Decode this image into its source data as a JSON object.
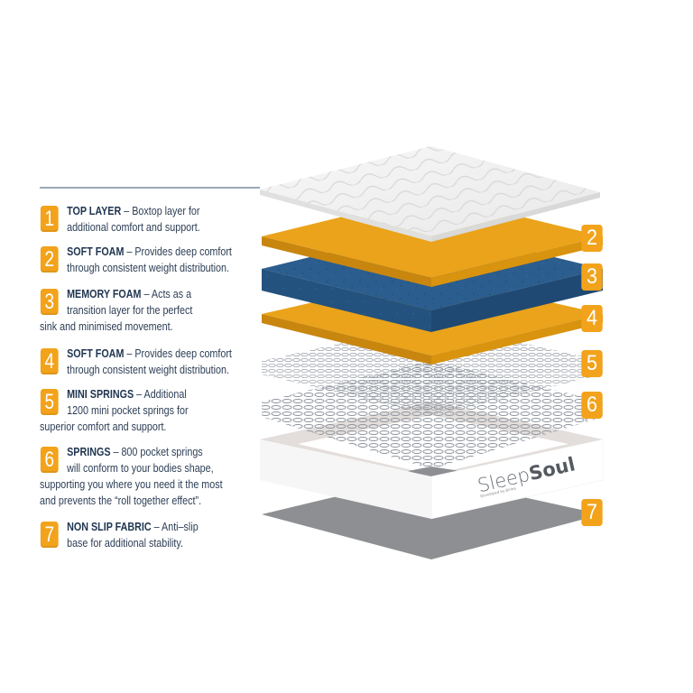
{
  "legend": {
    "items": [
      {
        "number": "1",
        "title": "TOP LAYER",
        "dash": " – ",
        "lines": [
          "Boxtop layer for",
          "additional comfort and support."
        ]
      },
      {
        "number": "2",
        "title": "SOFT FOAM",
        "dash": " – ",
        "lines": [
          "Provides deep comfort",
          "through consistent weight distribution."
        ]
      },
      {
        "number": "3",
        "title": "MEMORY FOAM",
        "dash": " – ",
        "lines": [
          "Acts as a",
          "transition layer for the perfect",
          "sink and minimised movement."
        ]
      },
      {
        "number": "4",
        "title": "SOFT FOAM",
        "dash": " – ",
        "lines": [
          "Provides deep comfort",
          "through consistent weight distribution."
        ]
      },
      {
        "number": "5",
        "title": "MINI SPRINGS",
        "dash": " – ",
        "lines": [
          "Additional",
          "1200 mini pocket springs for",
          "superior comfort and support."
        ]
      },
      {
        "number": "6",
        "title": "SPRINGS",
        "dash": " – ",
        "lines": [
          "800 pocket springs",
          "will conform to your bodies shape,",
          "supporting you where you need it the most",
          "and prevents the “roll together effect”."
        ]
      },
      {
        "number": "7",
        "title": "NON SLIP FABRIC",
        "dash": " – ",
        "lines": [
          "Anti–slip",
          "base for additional stability."
        ]
      }
    ]
  },
  "diagram": {
    "layer_badges": [
      "2",
      "3",
      "4",
      "5",
      "6",
      "7"
    ],
    "brand": {
      "name_left": "Sleep",
      "name_right": "Soul",
      "tagline": "Developed by Birlea"
    },
    "colors": {
      "badge": "#f2a31b",
      "soft_foam": "#eaa31a",
      "memory_foam": "#2b5d8e",
      "top_layer": "#f4f4f4",
      "base_fabric": "#8e8f92",
      "text_title": "#1f3550",
      "text_body": "#2c3e55"
    }
  }
}
